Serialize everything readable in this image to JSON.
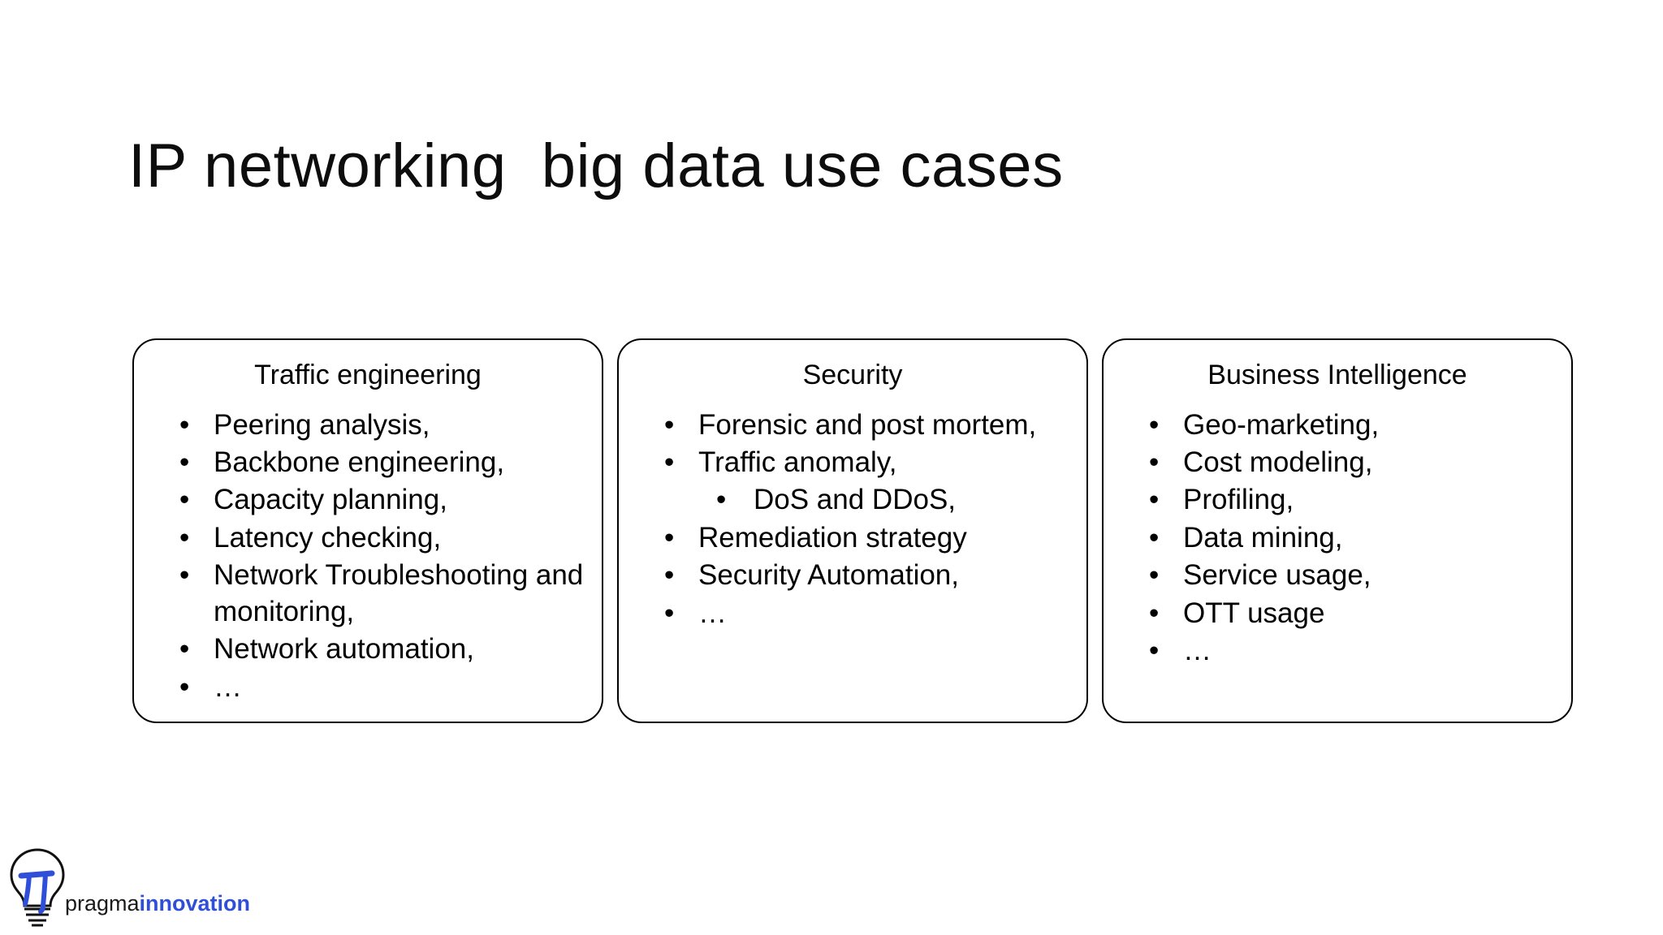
{
  "slide": {
    "title": "IP networking  big data use cases",
    "background_color": "#ffffff",
    "text_color": "#000000"
  },
  "boxes": [
    {
      "heading": "Traffic engineering",
      "items": [
        {
          "text": "Peering analysis,",
          "level": 1,
          "bullet": "•"
        },
        {
          "text": "Backbone engineering,",
          "level": 1,
          "bullet": "•"
        },
        {
          "text": "Capacity planning,",
          "level": 1,
          "bullet": "•"
        },
        {
          "text": "Latency checking,",
          "level": 1,
          "bullet": "•"
        },
        {
          "text": "Network Troubleshooting and monitoring,",
          "level": 1,
          "bullet": "•"
        },
        {
          "text": "Network automation,",
          "level": 1,
          "bullet": "•"
        },
        {
          "text": "…",
          "level": 1,
          "bullet": "•"
        }
      ]
    },
    {
      "heading": "Security",
      "items": [
        {
          "text": "Forensic and post mortem,",
          "level": 1,
          "bullet": "•"
        },
        {
          "text": "Traffic anomaly,",
          "level": 1,
          "bullet": "•"
        },
        {
          "text": "DoS and DDoS,",
          "level": 2,
          "bullet": "•"
        },
        {
          "text": "Remediation strategy",
          "level": 1,
          "bullet": "•"
        },
        {
          "text": "Security Automation,",
          "level": 1,
          "bullet": "•"
        },
        {
          "text": "…",
          "level": 1,
          "bullet": "•"
        }
      ]
    },
    {
      "heading": "Business Intelligence",
      "items": [
        {
          "text": "Geo-marketing,",
          "level": 1,
          "bullet": "•"
        },
        {
          "text": "Cost modeling,",
          "level": 1,
          "bullet": "•"
        },
        {
          "text": "Profiling,",
          "level": 1,
          "bullet": "•"
        },
        {
          "text": "Data mining,",
          "level": 1,
          "bullet": "•"
        },
        {
          "text": "Service usage,",
          "level": 1,
          "bullet": "•"
        },
        {
          "text": "OTT usage",
          "level": 1,
          "bullet": "•"
        },
        {
          "text": "…",
          "level": 1,
          "bullet": "•"
        }
      ]
    }
  ],
  "logo": {
    "icon": "lightbulb-pi-icon",
    "word_one": "pragma",
    "word_two": "innovation",
    "word_one_color": "#1a1a1a",
    "word_two_color": "#2f4fd8",
    "pi_color": "#2f4fd8"
  }
}
